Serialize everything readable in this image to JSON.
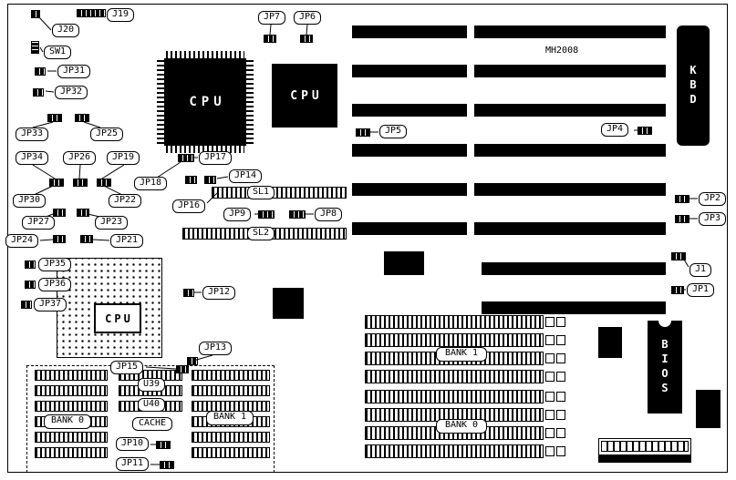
{
  "board": {
    "model": "MH2008"
  },
  "colors": {
    "ink": "#000000",
    "paper": "#ffffff"
  },
  "chips": {
    "cpu": "CPU",
    "kbd": "KBD",
    "bios": "BIOS"
  },
  "memory": {
    "bank0": "BANK 0",
    "bank1": "BANK 1"
  },
  "labels": {
    "j19": "J19",
    "j20": "J20",
    "sw1": "SW1",
    "jp31": "JP31",
    "jp32": "JP32",
    "jp33": "JP33",
    "jp25": "JP25",
    "jp34": "JP34",
    "jp26": "JP26",
    "jp19": "JP19",
    "jp30": "JP30",
    "jp22": "JP22",
    "jp27": "JP27",
    "jp23": "JP23",
    "jp24": "JP24",
    "jp21": "JP21",
    "jp17": "JP17",
    "jp18": "JP18",
    "jp14": "JP14",
    "jp16": "JP16",
    "sl1": "SL1",
    "sl2": "SL2",
    "jp9": "JP9",
    "jp8": "JP8",
    "jp5": "JP5",
    "jp4": "JP4",
    "jp7": "JP7",
    "jp6": "JP6",
    "jp2": "JP2",
    "jp3": "JP3",
    "j1": "J1",
    "jp1": "JP1",
    "jp35": "JP35",
    "jp36": "JP36",
    "jp37": "JP37",
    "jp12": "JP12",
    "jp13": "JP13",
    "jp15": "JP15",
    "u39": "U39",
    "u40": "U40",
    "cache": "CACHE",
    "jp10": "JP10",
    "jp11": "JP11"
  }
}
